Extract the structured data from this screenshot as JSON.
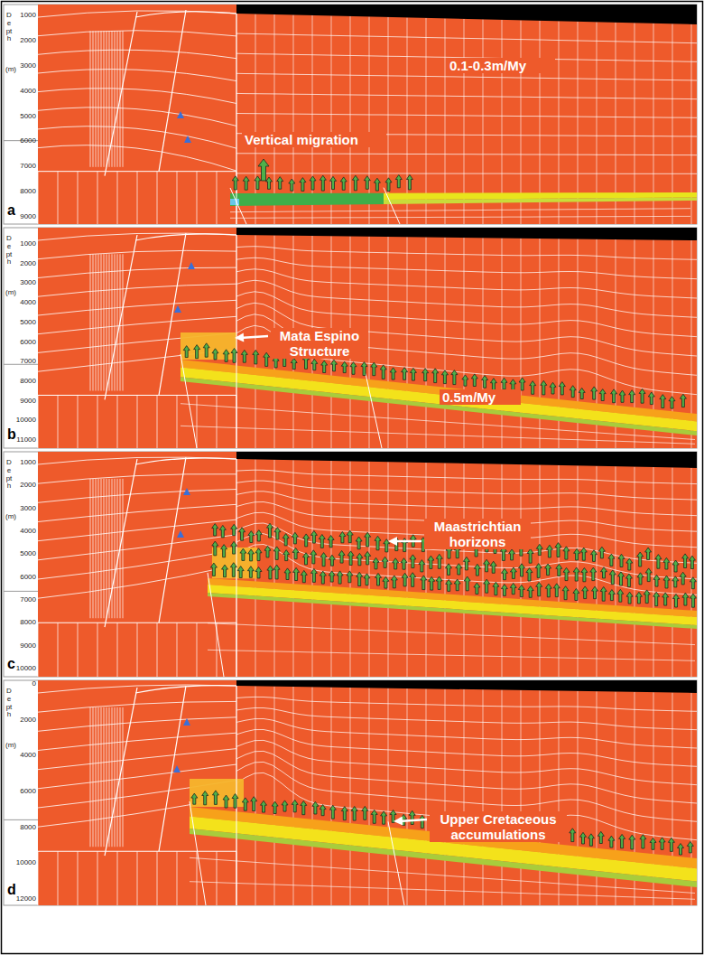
{
  "diagram": {
    "labels": [
      "Depth",
      "(m)",
      "1000",
      "2000",
      "3000",
      "4000",
      "5000",
      "6000",
      "7000",
      "8000",
      "9000",
      "Vertical migration",
      "0.1-0.3m/My",
      "a",
      "Depth",
      "(m)",
      "1000",
      "2000",
      "3000",
      "4000",
      "5000",
      "6000",
      "7000",
      "8000",
      "9000",
      "10000",
      "11000",
      "Mata Espino Structure",
      "0.5m/My",
      "b",
      "Depth",
      "(m)",
      "1000",
      "2000",
      "3000",
      "4000",
      "5000",
      "6000",
      "7000",
      "8000",
      "9000",
      "10000",
      "Maastrichtian horizons",
      "c",
      "Depth",
      "(m)",
      "0",
      "2000",
      "4000",
      "6000",
      "8000",
      "10000",
      "12000",
      "Upper Cretaceous accumulations",
      "d"
    ]
  }
}
